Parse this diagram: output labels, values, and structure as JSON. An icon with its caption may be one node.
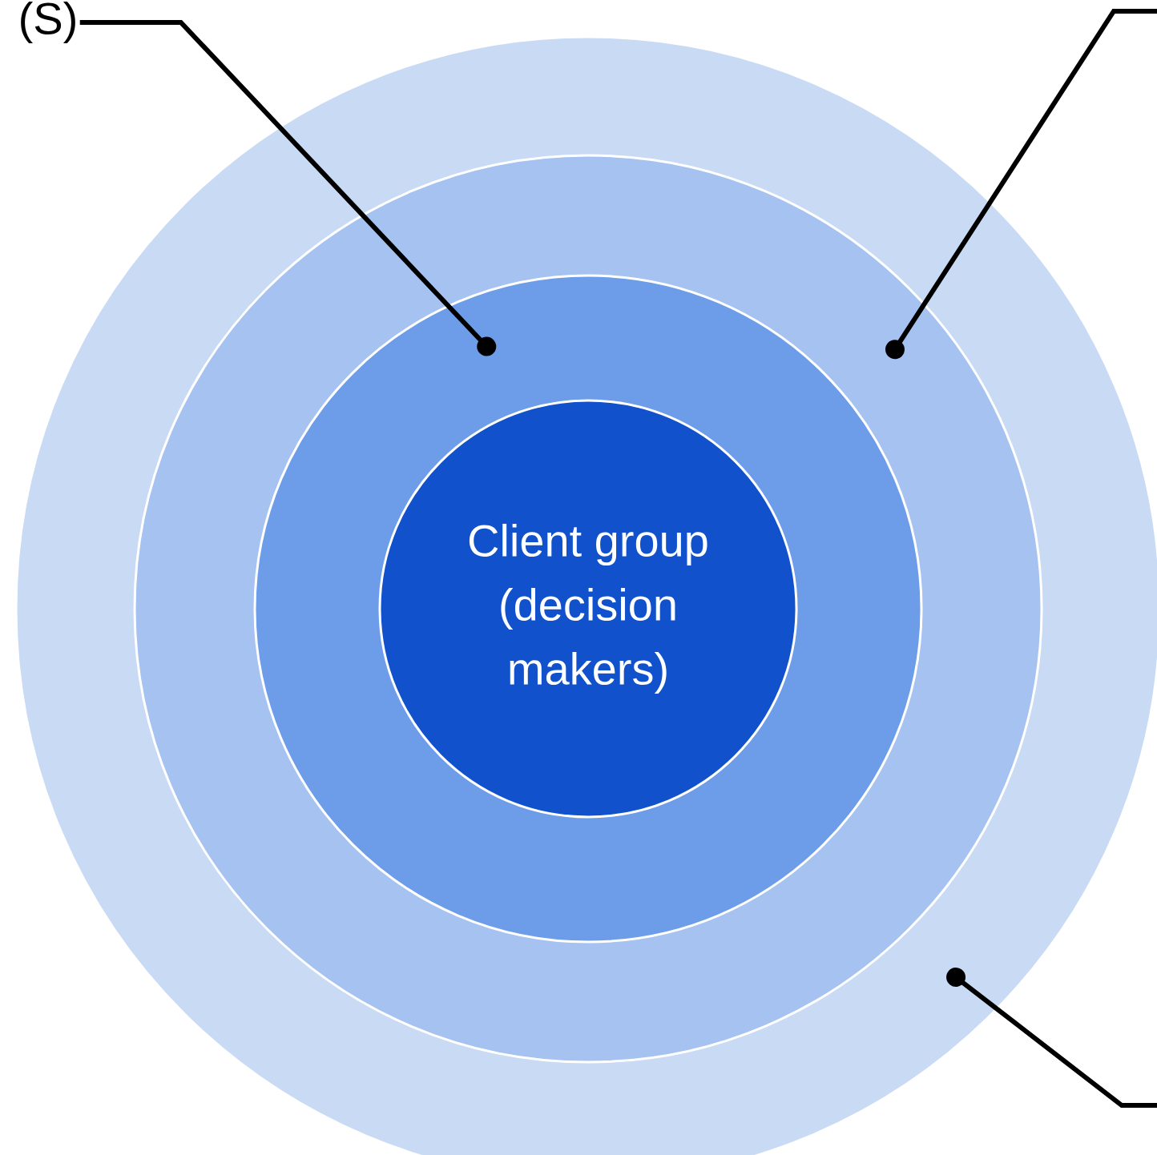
{
  "diagram": {
    "nodes": [
      {
        "text": [],
        "shape": "circle"
      },
      {
        "text": [],
        "shape": "circle",
        "in": 0
      },
      {
        "text": [],
        "shape": "circle",
        "in": 1
      },
      {
        "text": [
          "Client group (decision makers)"
        ],
        "in": 2
      },
      {
        "text": [
          "(S)"
        ]
      }
    ],
    "edges": [
      {
        "from": 4,
        "to": 2,
        "arrow": "other"
      },
      {
        "from": null,
        "to": 1,
        "arrow": "other"
      },
      {
        "from": null,
        "to": 0,
        "arrow": "other"
      }
    ]
  }
}
